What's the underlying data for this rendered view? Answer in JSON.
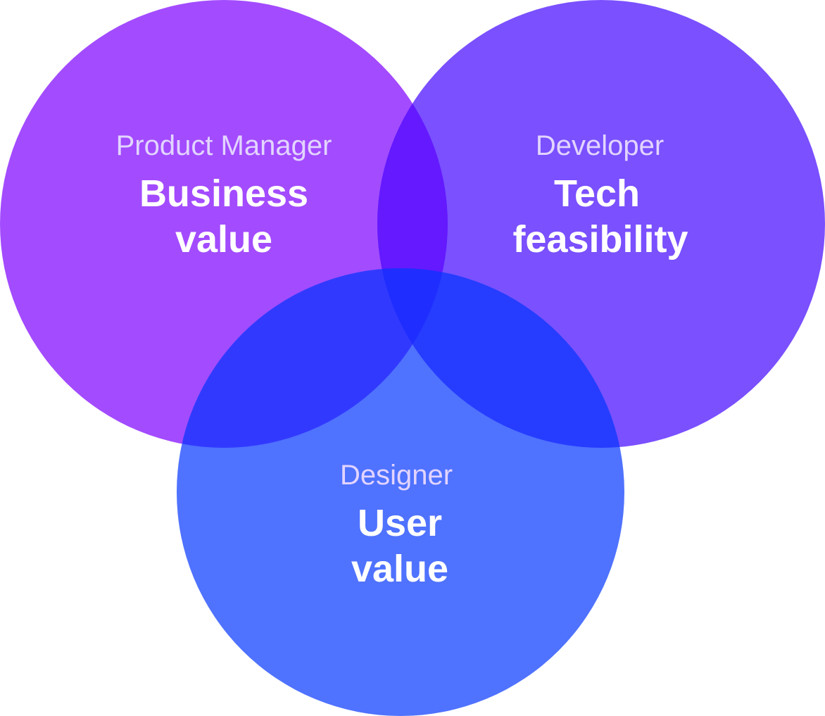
{
  "colors": {
    "product_manager": "#a34bff",
    "developer": "#7a50ff",
    "designer": "#4f72ff",
    "pm_dev_overlap": "#6419ff",
    "pm_designer_overlap": "#3239ff",
    "dev_designer_overlap": "#263cff",
    "center_overlap": "#1f2dff",
    "role_text": "#e2d4ff",
    "value_text": "#ffffff"
  },
  "circles": {
    "product_manager": {
      "role": "Product Manager",
      "value_line1": "Business",
      "value_line2": "value"
    },
    "developer": {
      "role": "Developer",
      "value_line1": "Tech",
      "value_line2": "feasibility"
    },
    "designer": {
      "role": "Designer",
      "value_line1": "User",
      "value_line2": "value"
    }
  }
}
